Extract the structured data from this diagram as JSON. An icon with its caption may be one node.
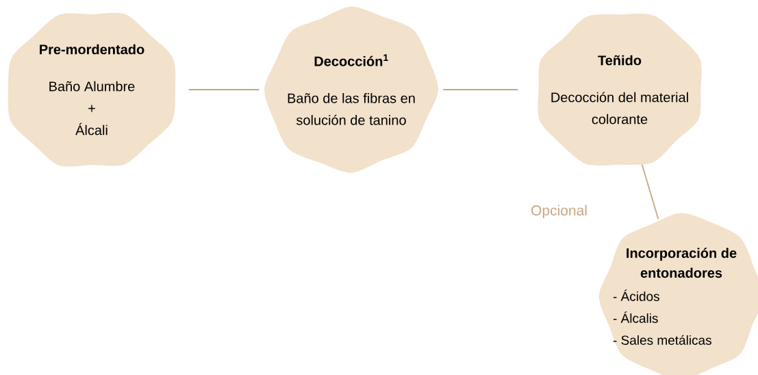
{
  "diagram": {
    "nodes": [
      {
        "text": [
          "Pre-mordentado",
          "Baño Alumbre",
          "+",
          "Álcali"
        ]
      },
      {
        "text": [
          "Decocción$^{1}$",
          "Baño de las fibras en solución de tanino"
        ]
      },
      {
        "text": [
          "Teñido",
          "Decocción del material colorante"
        ]
      },
      {
        "text": [
          "Incorporación de entonadores",
          "- Ácidos",
          "- Álcalis",
          "- Sales metálicas"
        ]
      }
    ],
    "edges": [
      {
        "from": 0,
        "to": 1,
        "arrow": "none"
      },
      {
        "from": 1,
        "to": 2,
        "arrow": "none"
      },
      {
        "from": 2,
        "to": 3,
        "arrow": "none",
        "label": "Opcional"
      }
    ]
  }
}
